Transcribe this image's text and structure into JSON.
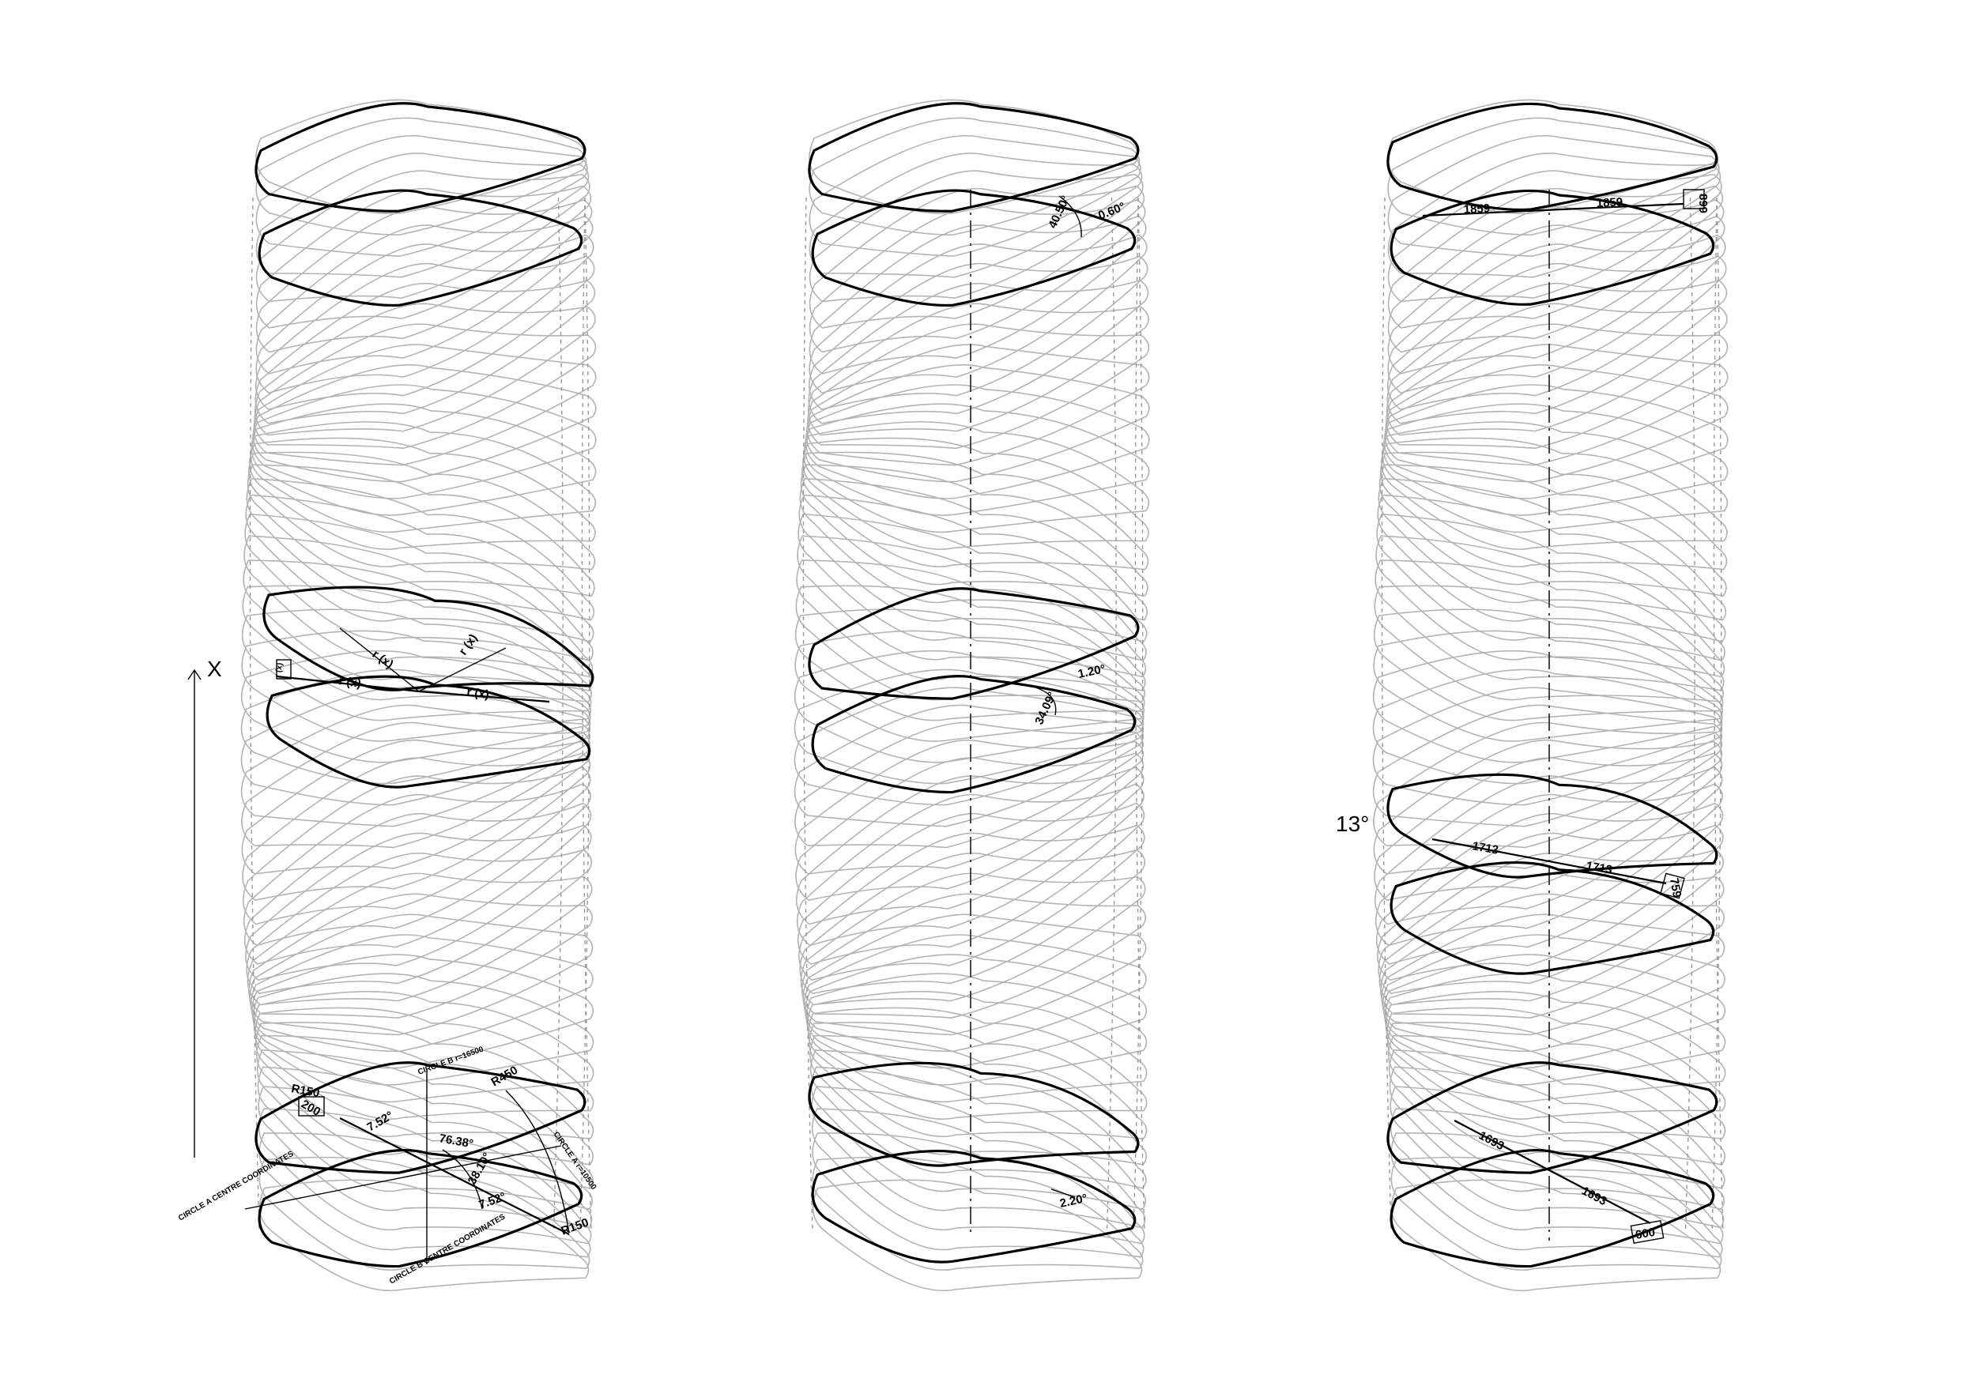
{
  "diagram": {
    "background": "#ffffff",
    "line_colors": {
      "key_floor": "#000000",
      "stacked_floor": "#b4b4b4"
    },
    "towers": [
      {
        "id": "tower-1",
        "annotations": [
          "r (x)",
          "r (x)",
          "r (x)",
          "r (x)",
          "r (x)",
          "R150",
          "200",
          "R450",
          "R150",
          "CIRCLE B r=16500",
          "CIRCLE A r=10500",
          "7.52°",
          "76.38°",
          "38.10°",
          "7.52°",
          "CIRCLE A CENTRE COORDINATES",
          "CIRCLE B CENTRE COORDINATES"
        ],
        "axis_label": "X"
      },
      {
        "id": "tower-2",
        "annotations": [
          "40.50°",
          "0.60°",
          "1.20°",
          "34.09°",
          "2.20°"
        ]
      },
      {
        "id": "tower-3",
        "annotations": [
          "1859",
          "1859",
          "899",
          "1713",
          "1713",
          "759",
          "1693",
          "1693",
          "600"
        ],
        "rotation_label": "13°"
      }
    ]
  }
}
